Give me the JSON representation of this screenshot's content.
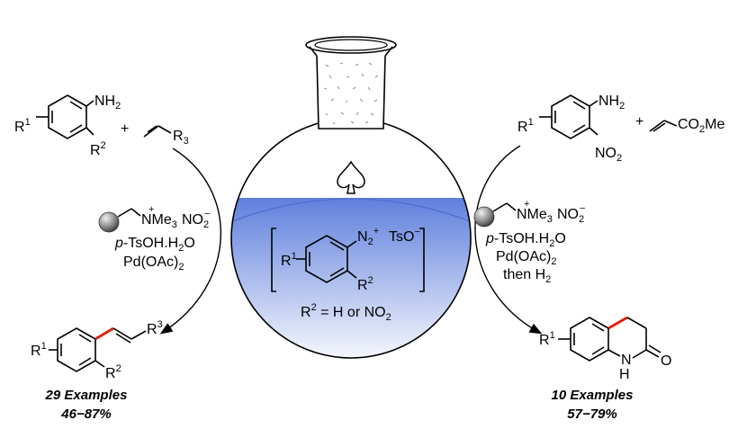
{
  "colors": {
    "liquid_top": "#5f7fdc",
    "liquid_bottom": "#ffffff",
    "new_bond": "#e02010",
    "bead": "#555555"
  },
  "left": {
    "aniline": {
      "nh2": "NH",
      "nh2_sub": "2",
      "r1": "R",
      "r1_sup": "1",
      "r2": "R",
      "r2_sup": "2"
    },
    "plus": "+",
    "alkene": {
      "r3": "R",
      "r3_sub": "3"
    },
    "reagent": {
      "ammonium": "NMe",
      "ammonium_sub": "3",
      "ammonium_plus": "+",
      "nitrite": "NO",
      "nitrite_sub": "2",
      "nitrite_minus": "−",
      "acid_italic": "p",
      "acid": "-TsOH.H",
      "acid_sub": "2",
      "acid_end": "O",
      "pd": "Pd(OAc)",
      "pd_sub": "2"
    },
    "product": {
      "r1": "R",
      "r1_sup": "1",
      "r2": "R",
      "r2_sup": "2",
      "r3": "R",
      "r3_sup": "3"
    },
    "examples": "29 Examples",
    "yield": "46−87%"
  },
  "right": {
    "aniline": {
      "nh2": "NH",
      "nh2_sub": "2",
      "r1": "R",
      "r1_sup": "1",
      "no2": "NO",
      "no2_sub": "2"
    },
    "plus": "+",
    "acrylate": {
      "ester": "CO",
      "ester_sub": "2",
      "ester_end": "Me"
    },
    "reagent": {
      "ammonium": "NMe",
      "ammonium_sub": "3",
      "ammonium_plus": "+",
      "nitrite": "NO",
      "nitrite_sub": "2",
      "nitrite_minus": "−",
      "acid_italic": "p",
      "acid": "-TsOH.H",
      "acid_sub": "2",
      "acid_end": "O",
      "pd": "Pd(OAc)",
      "pd_sub": "2",
      "then": "then H",
      "then_sub": "2"
    },
    "product": {
      "r1": "R",
      "r1_sup": "1",
      "nh": "N",
      "h": "H",
      "o": "O"
    },
    "examples": "10 Examples",
    "yield": "57−79%"
  },
  "center": {
    "diazonium": {
      "n2": "N",
      "n2_sub": "2",
      "n2_plus": "+",
      "tso": "TsO",
      "tso_minus": "−",
      "r1": "R",
      "r1_sup": "1",
      "r2": "R",
      "r2_sup": "2"
    },
    "condition": {
      "r": "R",
      "r_sup": "2",
      "text": " = H or NO",
      "text_sub": "2"
    }
  }
}
